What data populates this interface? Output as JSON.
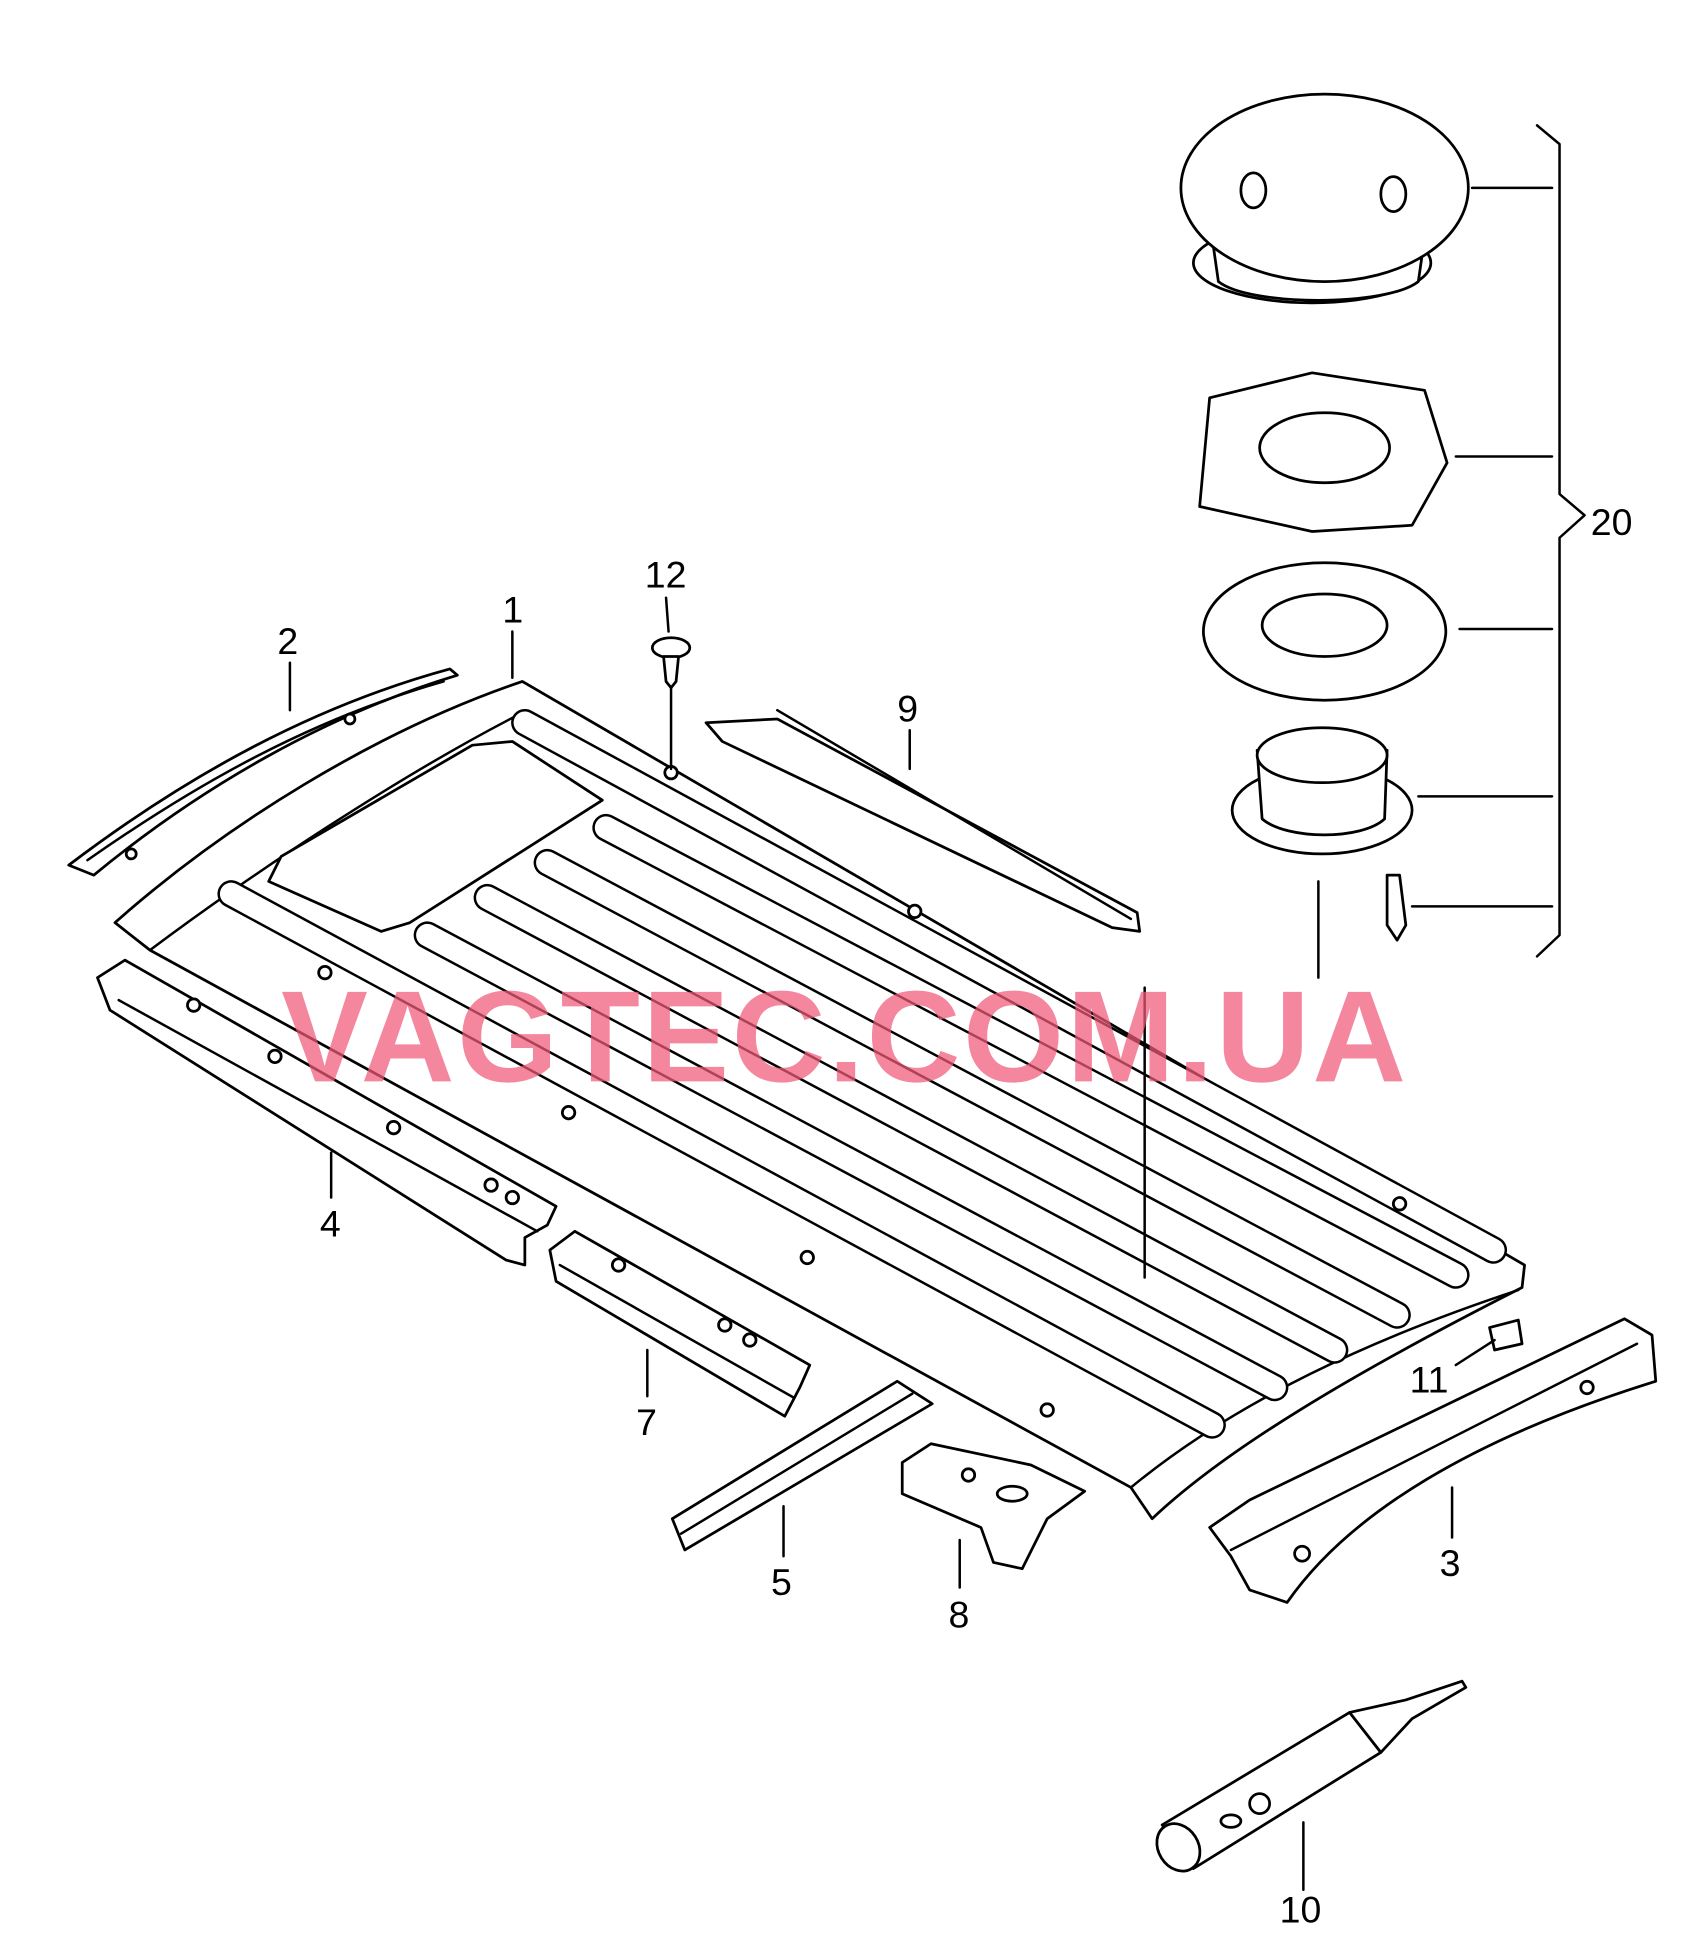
{
  "diagram": {
    "watermark": "VAGTEC.COM.UA",
    "callouts": [
      {
        "id": "1",
        "label": "1"
      },
      {
        "id": "2",
        "label": "2"
      },
      {
        "id": "3",
        "label": "3"
      },
      {
        "id": "4",
        "label": "4"
      },
      {
        "id": "5",
        "label": "5"
      },
      {
        "id": "7",
        "label": "7"
      },
      {
        "id": "8",
        "label": "8"
      },
      {
        "id": "9",
        "label": "9"
      },
      {
        "id": "10",
        "label": "10"
      },
      {
        "id": "11",
        "label": "11"
      },
      {
        "id": "12",
        "label": "12"
      },
      {
        "id": "20",
        "label": "20"
      }
    ],
    "colors": {
      "line": "#000000",
      "watermark": "#f05a78",
      "background": "#ffffff"
    }
  }
}
